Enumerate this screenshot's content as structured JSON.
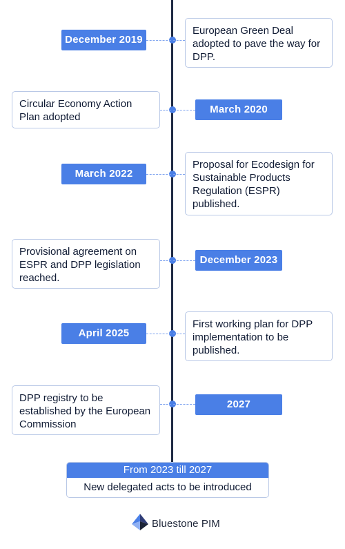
{
  "timeline": [
    {
      "date": "December 2019",
      "event": "European Green Deal adopted to pave the way for DPP."
    },
    {
      "date": "March 2020",
      "event": "Circular Economy Action Plan adopted"
    },
    {
      "date": "March 2022",
      "event": "Proposal for Ecodesign for Sustainable Products Regulation (ESPR) published."
    },
    {
      "date": "December 2023",
      "event": "Provisional agreement on ESPR and DPP legislation reached."
    },
    {
      "date": "April 2025",
      "event": "First working plan for DPP implementation to be published."
    },
    {
      "date": "2027",
      "event": "DPP registry to be established by the European Commission"
    }
  ],
  "final": {
    "header": "From 2023 till 2027",
    "text": "New delegated acts to be introduced"
  },
  "logo": {
    "text": "Bluestone PIM",
    "icon": "bluestone-logo-icon"
  },
  "colors": {
    "accent": "#4a7fe6",
    "axis": "#1f2a44",
    "border": "#b9c8e6",
    "text": "#0f1a33"
  }
}
